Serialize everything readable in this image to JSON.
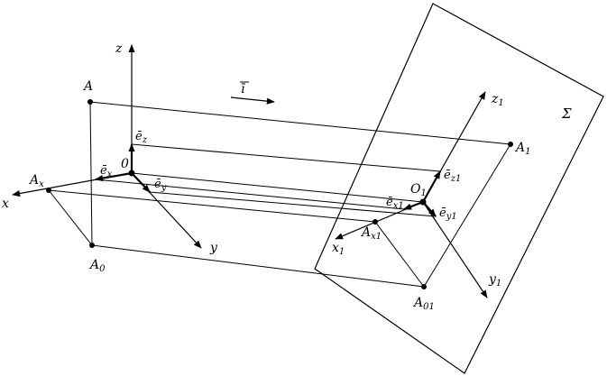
{
  "labels": {
    "z": "z",
    "x": "x",
    "y": "y",
    "A": "A",
    "O": "0",
    "Ax": "A",
    "Ax_sub": "x",
    "A0": "A",
    "A0_sub": "0",
    "ez": "ē",
    "ez_sub": "z",
    "ex": "ē",
    "ex_sub": "x",
    "ey": "ē",
    "ey_sub": "y",
    "i": "ī",
    "Sigma": "Σ",
    "z1": "z",
    "z1_sub": "1",
    "A1": "A",
    "A1_sub": "1",
    "ez1": "ē",
    "ez1_sub": "z1",
    "O1": "O",
    "O1_sub": "1",
    "ex1": "ē",
    "ex1_sub": "x1",
    "ey1": "ē",
    "ey1_sub": "y1",
    "Ax1": "A",
    "Ax1_sub": "x1",
    "x1": "x",
    "x1_sub": "1",
    "y1": "y",
    "y1_sub": "1",
    "A01": "A",
    "A01_sub": "01"
  },
  "colors": {
    "ink": "#000000",
    "background": "#ffffff"
  }
}
